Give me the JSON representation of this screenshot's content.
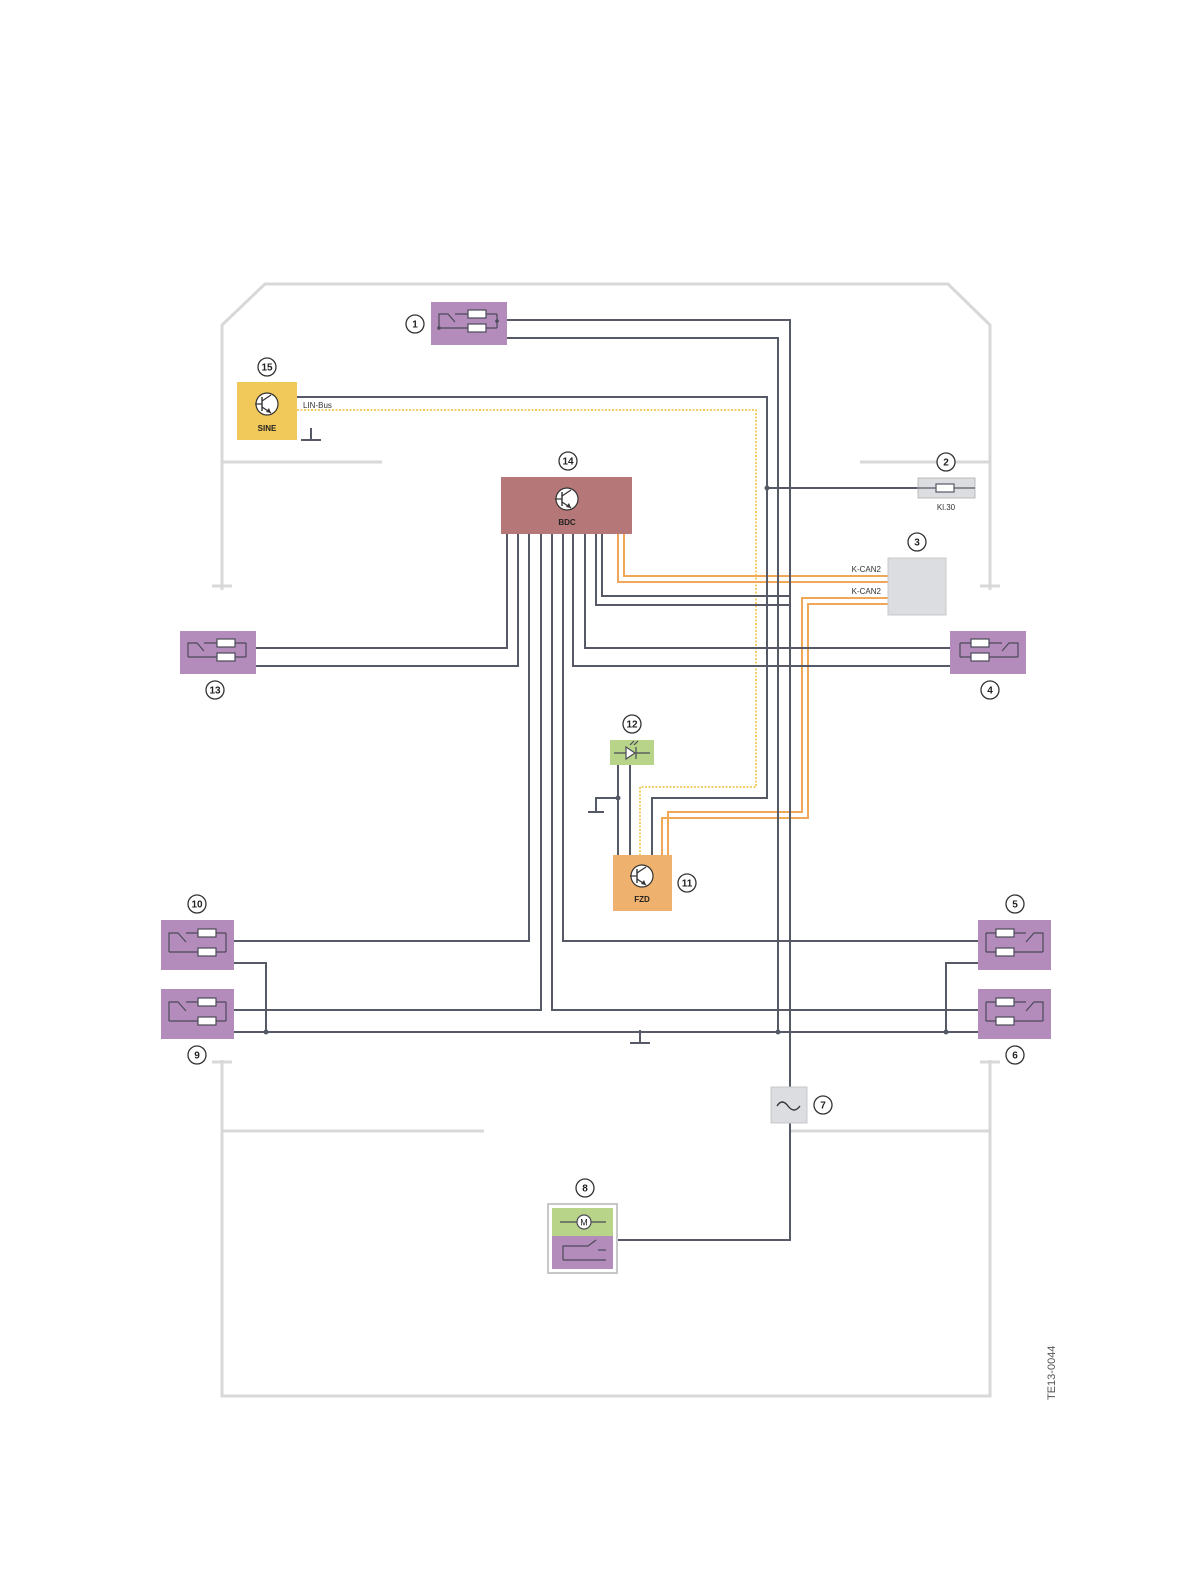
{
  "diagram": {
    "components": {
      "c1": {
        "number": "1"
      },
      "c2": {
        "number": "2",
        "label": "Kl.30"
      },
      "c3": {
        "number": "3"
      },
      "c4": {
        "number": "4"
      },
      "c5": {
        "number": "5"
      },
      "c6": {
        "number": "6"
      },
      "c7": {
        "number": "7"
      },
      "c8": {
        "number": "8",
        "symbol": "M"
      },
      "c9": {
        "number": "9"
      },
      "c10": {
        "number": "10"
      },
      "c11": {
        "number": "11",
        "label": "FZD"
      },
      "c12": {
        "number": "12"
      },
      "c13": {
        "number": "13"
      },
      "c14": {
        "number": "14",
        "label": "BDC"
      },
      "c15": {
        "number": "15",
        "label": "SINE"
      }
    },
    "bus_labels": {
      "lin": "LIN-Bus",
      "kcan_top": "K-CAN2",
      "kcan_bottom": "K-CAN2"
    },
    "doc_id": "TE13-0044",
    "colors": {
      "switch_module": "#b48cbc",
      "control_unit_bdc": "#b57777",
      "siren_unit": "#f1c85a",
      "roof_unit": "#efb26e",
      "led": "#b7d489",
      "grey_unit": "#dcdde0",
      "wire": "#555a66",
      "can_bus": "#f0a858",
      "lin_bus": "#f5d37a",
      "outline": "#d5d5d5"
    }
  }
}
